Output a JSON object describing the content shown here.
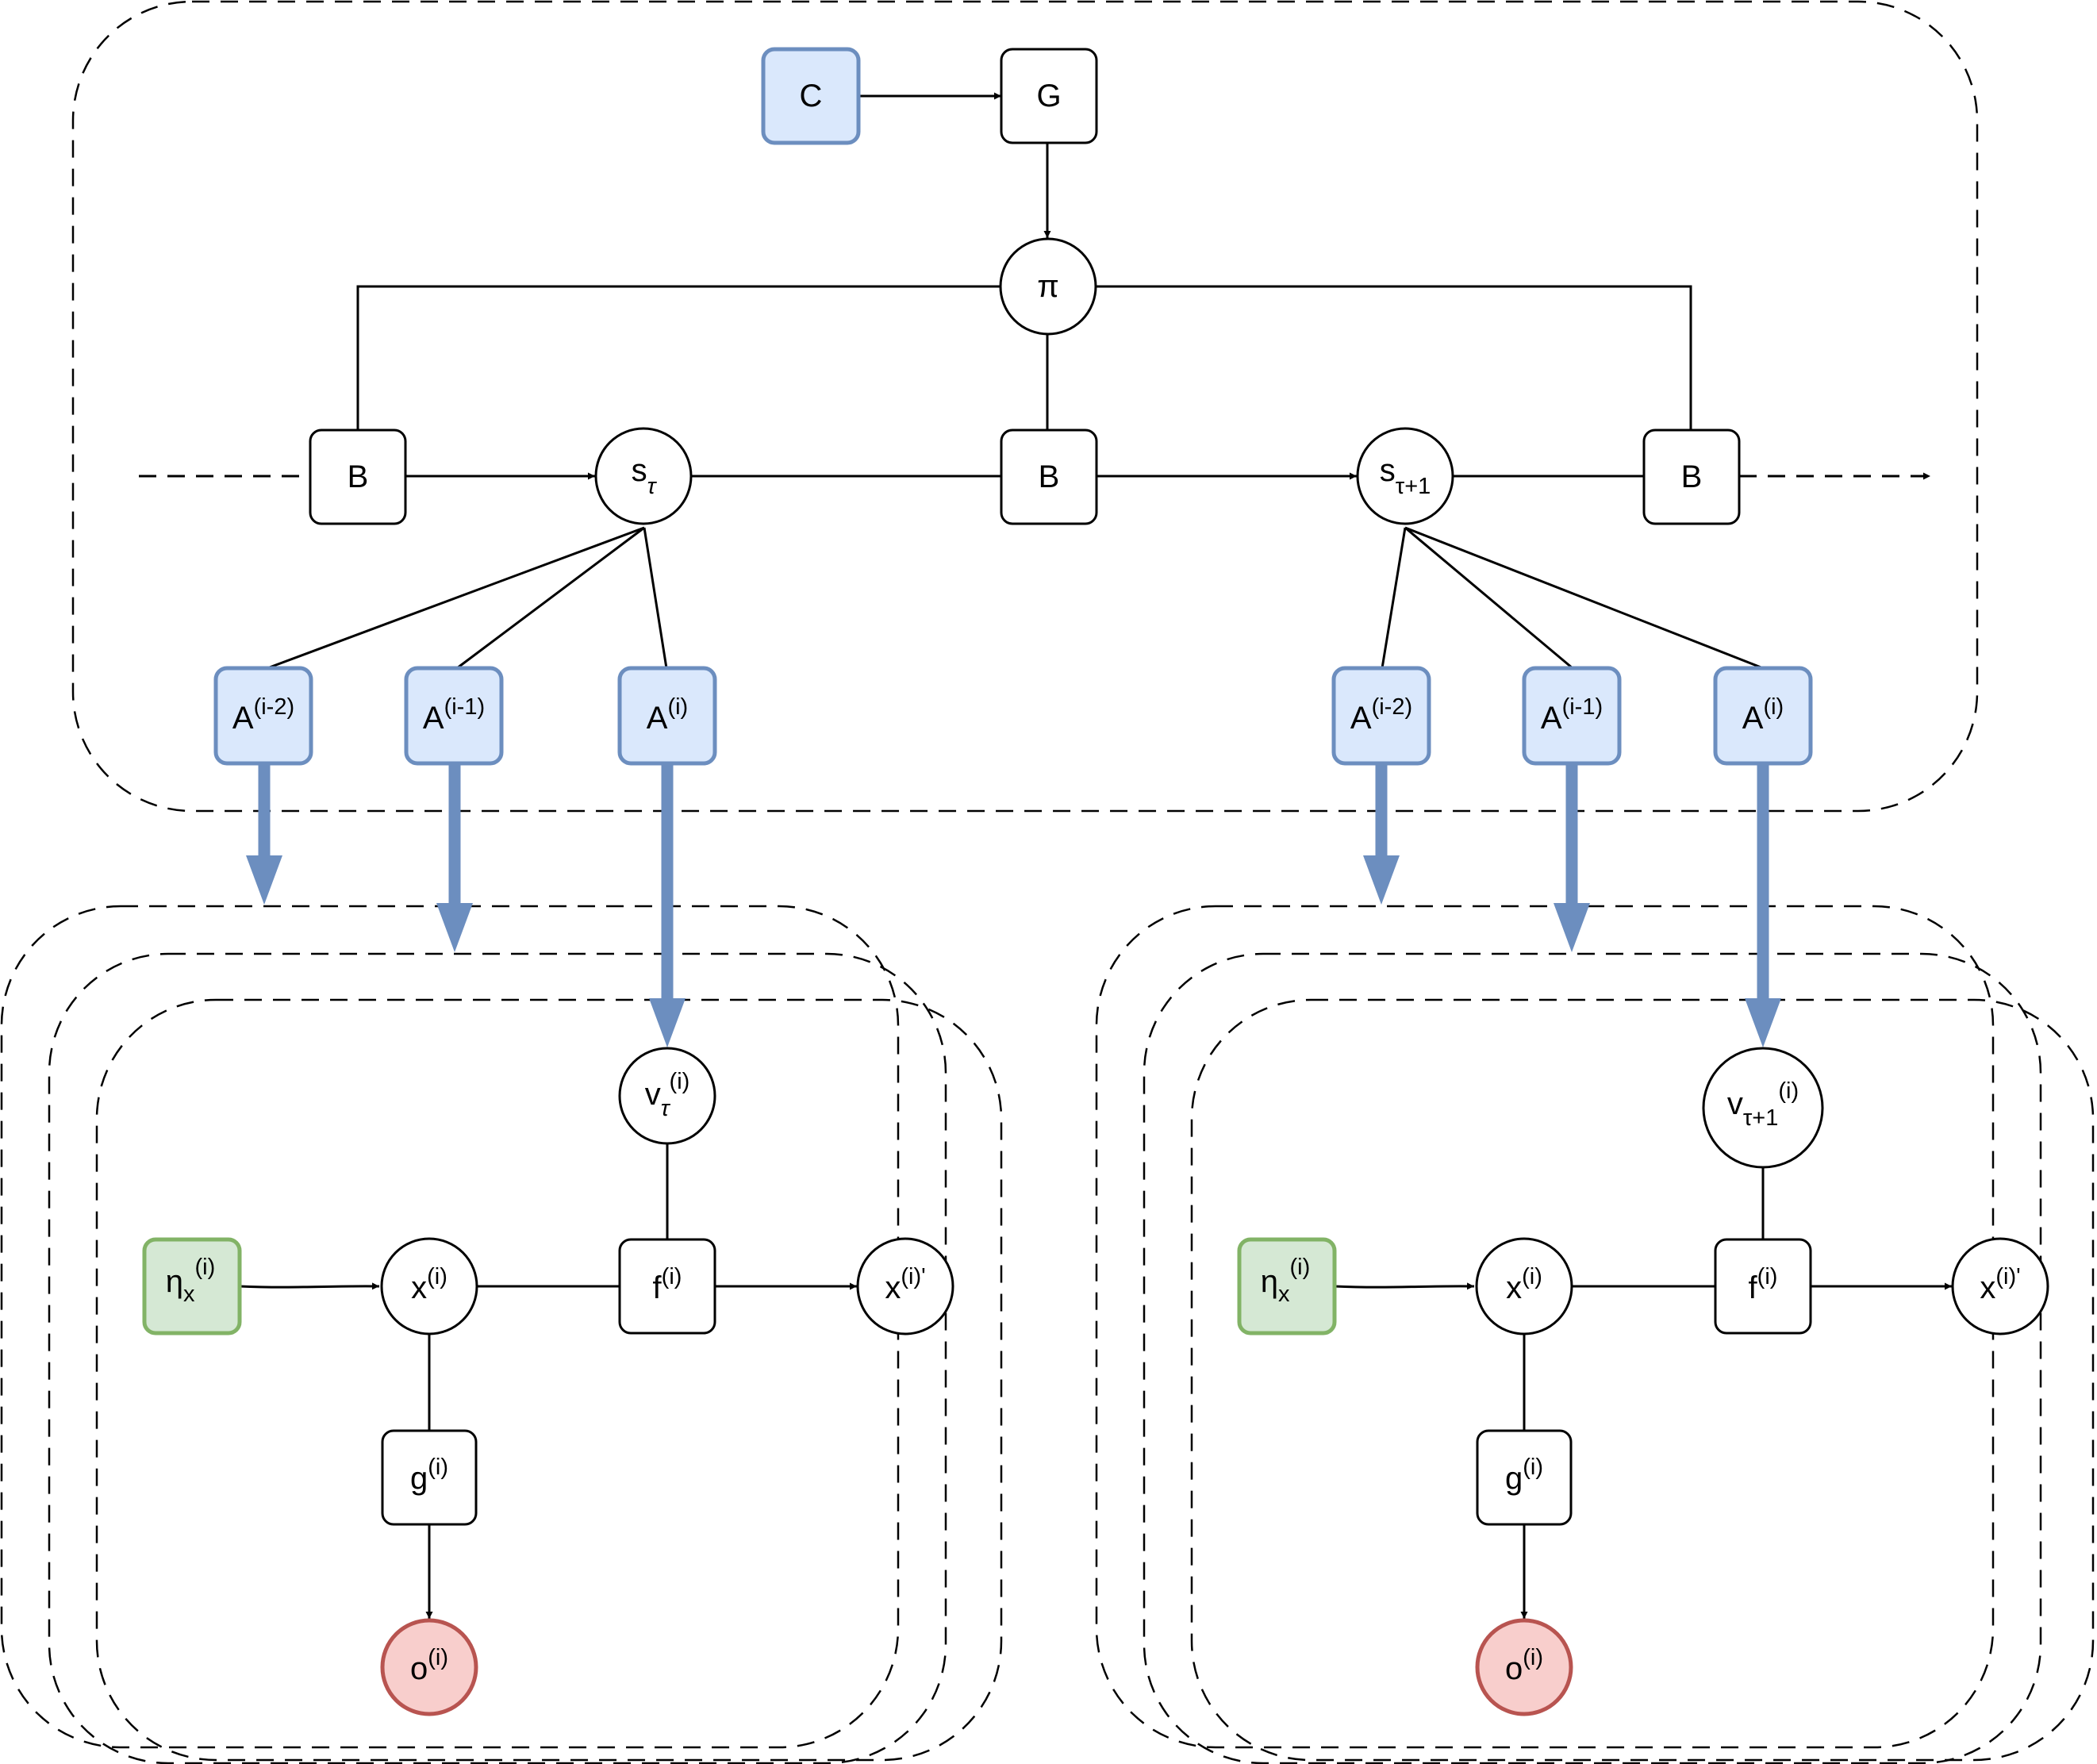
{
  "colors": {
    "blue_fill": "#dae8fc",
    "blue_stroke": "#6c8ebf",
    "green_fill": "#d5e8d4",
    "green_stroke": "#82b366",
    "red_fill": "#f8cecc",
    "red_stroke": "#b85450",
    "plain_fill": "#ffffff",
    "plain_stroke": "#000000"
  },
  "nodes": {
    "c": {
      "base": "C"
    },
    "g": {
      "base": "G"
    },
    "pi": {
      "base": "π"
    },
    "b_left": {
      "base": "B"
    },
    "b_mid": {
      "base": "B"
    },
    "b_right": {
      "base": "B"
    },
    "s_tau": {
      "base": "s",
      "sub": "τ"
    },
    "s_tau1": {
      "base": "s",
      "sub": "τ+1"
    },
    "a_im2_left": {
      "base": "A",
      "sup": "(i-2)"
    },
    "a_im1_left": {
      "base": "A",
      "sup": "(i-1)"
    },
    "a_i_left": {
      "base": "A",
      "sup": "(i)"
    },
    "a_im2_right": {
      "base": "A",
      "sup": "(i-2)"
    },
    "a_im1_right": {
      "base": "A",
      "sup": "(i-1)"
    },
    "a_i_right": {
      "base": "A",
      "sup": "(i)"
    },
    "v_left": {
      "base": "v",
      "sub": "τ",
      "sup": "(i)"
    },
    "v_right": {
      "base": "v",
      "sub": "τ+1",
      "sup": "(i)"
    },
    "eta_left": {
      "base": "η",
      "sub": "x",
      "sup": "(i)"
    },
    "eta_right": {
      "base": "η",
      "sub": "x",
      "sup": "(i)"
    },
    "x_left": {
      "base": "x",
      "sup": "(i)"
    },
    "x_right": {
      "base": "x",
      "sup": "(i)"
    },
    "f_left": {
      "base": "f",
      "sup": "(i)"
    },
    "f_right": {
      "base": "f",
      "sup": "(i)"
    },
    "xp_left": {
      "base": "x",
      "sup": "(i)'"
    },
    "xp_right": {
      "base": "x",
      "sup": "(i)'"
    },
    "g_i_left": {
      "base": "g",
      "sup": "(i)"
    },
    "g_i_right": {
      "base": "g",
      "sup": "(i)"
    },
    "o_left": {
      "base": "o",
      "sup": "(i)"
    },
    "o_right": {
      "base": "o",
      "sup": "(i)"
    }
  }
}
